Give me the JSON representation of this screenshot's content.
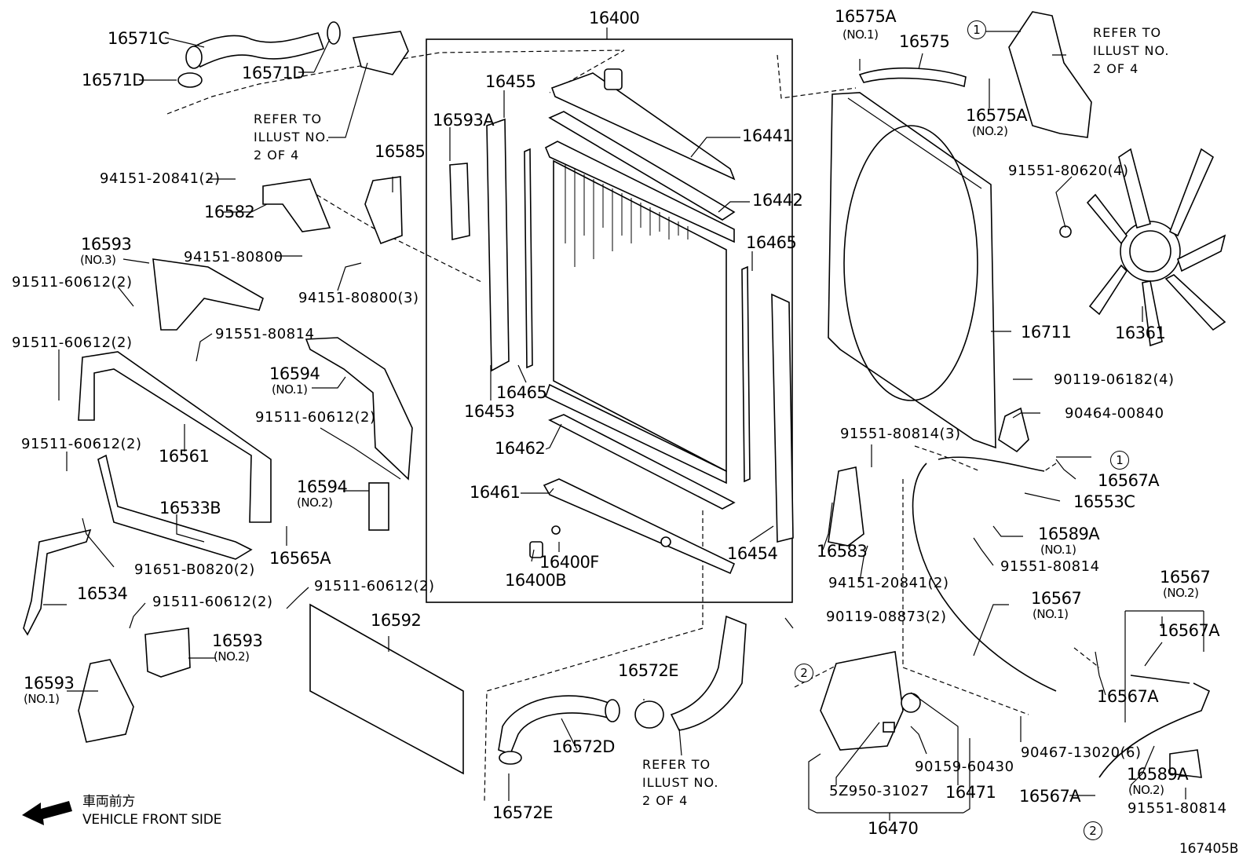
{
  "diagram": {
    "doc_code": "167405B",
    "direction": {
      "jp": "車両前方",
      "en": "VEHICLE FRONT SIDE"
    },
    "refer_note": [
      "REFER TO",
      "ILLUST NO.",
      "2 OF 4"
    ],
    "refer_circles": [
      "1",
      "2"
    ],
    "labels": {
      "p16400": "16400",
      "p16441": "16441",
      "p16442": "16442",
      "p16455": "16455",
      "p16593a": "16593A",
      "p16465a": "16465",
      "p16465b": "16465",
      "p16453": "16453",
      "p16462": "16462",
      "p16461": "16461",
      "p16454": "16454",
      "p16400f": "16400F",
      "p16400b": "16400B",
      "p16571c": "16571C",
      "p16571d_a": "16571D",
      "p16571d_b": "16571D",
      "p16585": "16585",
      "p16582": "16582",
      "b94151_20841": "94151-20841(2)",
      "b94151_80800": "94151-80800",
      "b94151_80800_3": "94151-80800(3)",
      "p16593_3": "16593",
      "n16593_3": "(NO.3)",
      "b91511_60612_a": "91511-60612(2)",
      "b91551_80814_a": "91551-80814",
      "b91511_60612_b": "91511-60612(2)",
      "p16594_1": "16594",
      "n16594_1": "(NO.1)",
      "b91511_60612_c": "91511-60612(2)",
      "p16561": "16561",
      "b91511_60612_d": "91511-60612(2)",
      "p16594_2": "16594",
      "n16594_2": "(NO.2)",
      "p16533b": "16533B",
      "p16565a": "16565A",
      "b91651_b0820": "91651-B0820(2)",
      "p16534": "16534",
      "b91511_60612_e": "91511-60612(2)",
      "b91511_60612_f": "91511-60612(2)",
      "p16592": "16592",
      "p16593_2": "16593",
      "n16593_2": "(NO.2)",
      "p16593_1": "16593",
      "n16593_1": "(NO.1)",
      "p16572d": "16572D",
      "p16572e_a": "16572E",
      "p16572e_b": "16572E",
      "p16575a_1": "16575A",
      "n16575a_1": "(NO.1)",
      "p16575": "16575",
      "p16575a_2": "16575A",
      "n16575a_2": "(NO.2)",
      "b91551_80620": "91551-80620(4)",
      "p16711": "16711",
      "p16361": "16361",
      "b90119_06182": "90119-06182(4)",
      "b90464_00840": "90464-00840",
      "b91551_80814_3": "91551-80814(3)",
      "p16567a_a": "16567A",
      "p16553c": "16553C",
      "p16589a_1": "16589A",
      "n16589a_1": "(NO.1)",
      "b91551_80814_b": "91551-80814",
      "p16583": "16583",
      "b94151_20841_b": "94151-20841(2)",
      "p16567_1": "16567",
      "n16567_1": "(NO.1)",
      "p16567_2": "16567",
      "n16567_2": "(NO.2)",
      "p16567a_b": "16567A",
      "p16567a_c": "16567A",
      "b90119_08873": "90119-08873(2)",
      "b90159_60430": "90159-60430",
      "b90467_13020": "90467-13020(6)",
      "b5z950_31027": "5Z950-31027",
      "p16471": "16471",
      "p16470": "16470",
      "p16589a_2": "16589A",
      "n16589a_2": "(NO.2)",
      "p16567a_d": "16567A",
      "b91551_80814_c": "91551-80814"
    }
  }
}
